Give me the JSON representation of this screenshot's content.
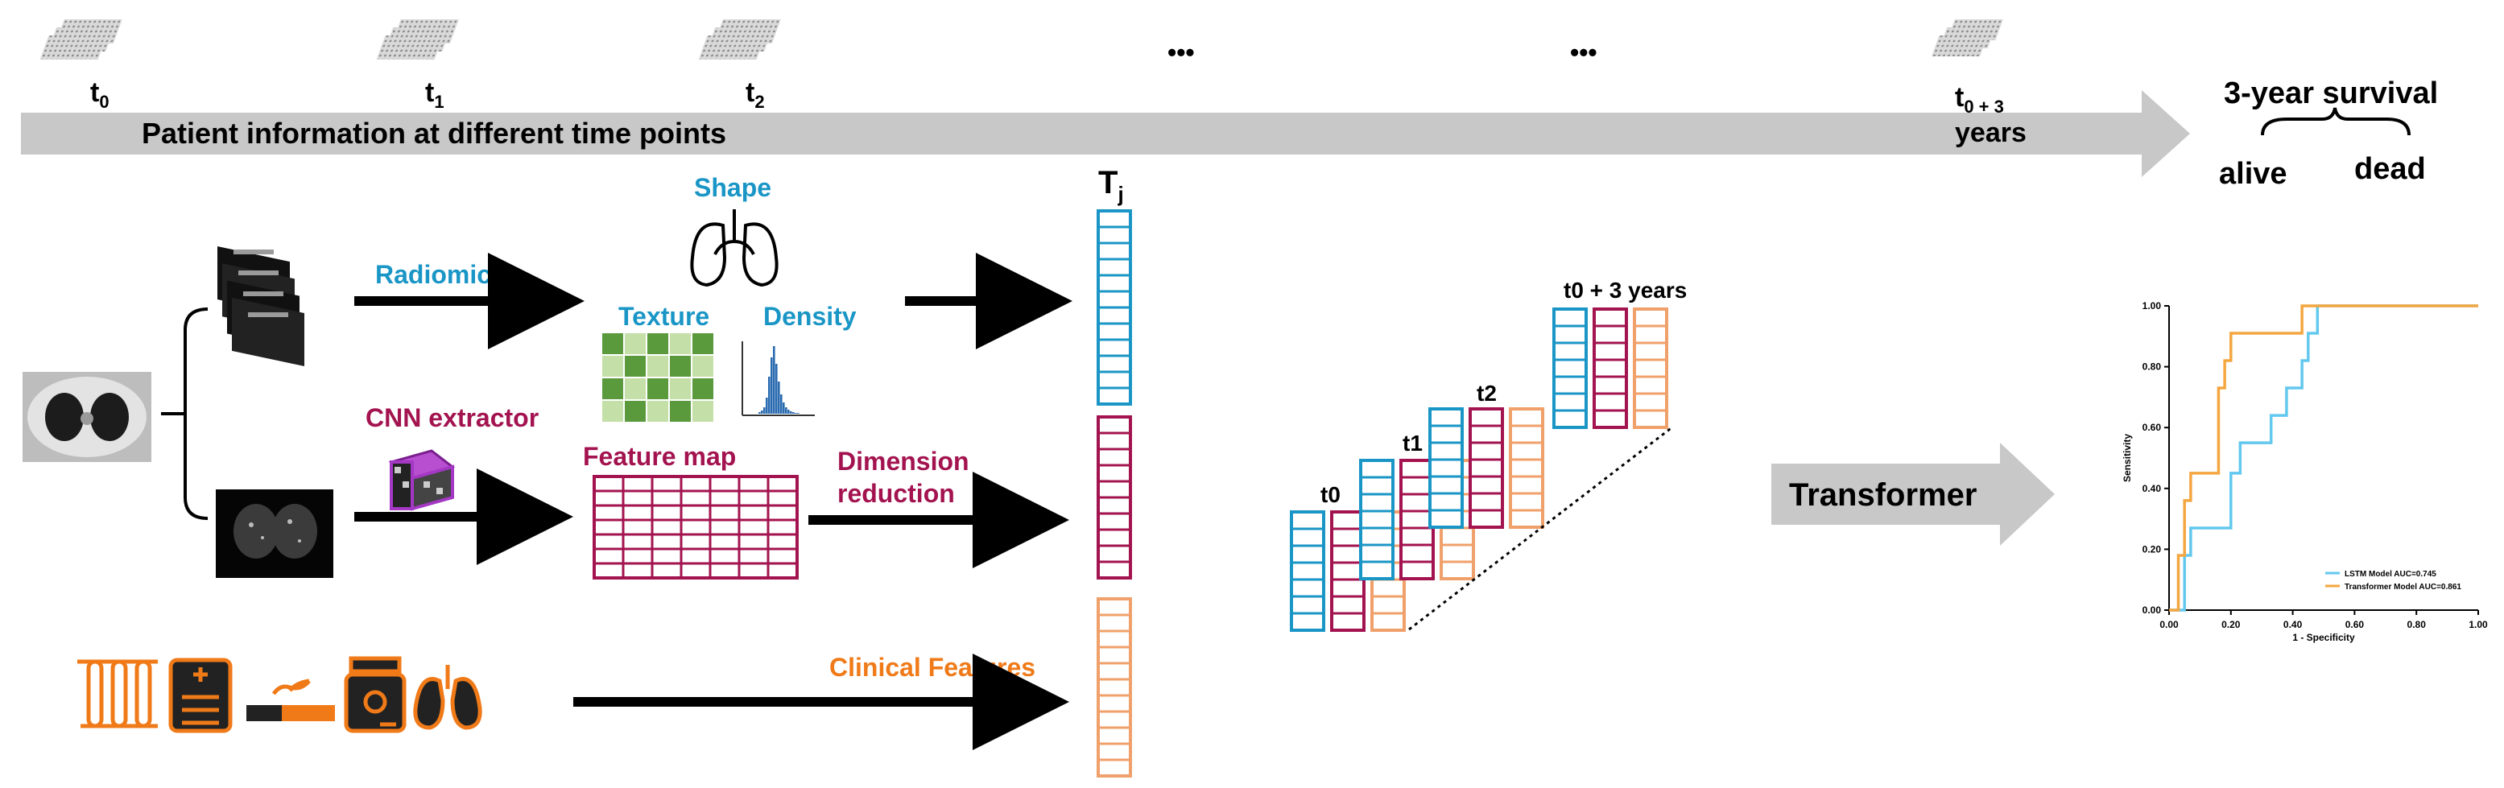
{
  "timeline": {
    "t0": "t",
    "t0_sub": "0",
    "t1": "t",
    "t1_sub": "1",
    "t2": "t",
    "t2_sub": "2",
    "ellipsis_1": "•••",
    "ellipsis_2": "•••",
    "tend": "t",
    "tend_sub": "0 + 3",
    "tend_years": "years",
    "arrow_label": "Patient information at different time points"
  },
  "outcome": {
    "title": "3-year survival",
    "alive": "alive",
    "dead": "dead"
  },
  "features": {
    "radiomics": "Radiomics",
    "shape": "Shape",
    "texture": "Texture",
    "density": "Density",
    "cnn_extractor": "CNN extractor",
    "feature_map": "Feature map",
    "dimension_reduction_1": "Dimension",
    "dimension_reduction_2": "reduction",
    "clinical": "Clinical Features",
    "vector_title": "T",
    "vector_sub": "j"
  },
  "sequence": {
    "t0": "t0",
    "t1": "t1",
    "t2": "t2",
    "tend": "t0 + 3 years"
  },
  "transformer_label": "Transformer",
  "colors": {
    "radiomics": "#1a96c6",
    "cnn": "#a3134f",
    "clinical": "#f0a06a",
    "clinical_icon": "#f07a18",
    "texture_dark": "#5a9a3c",
    "texture_light": "#c4dfa8",
    "arrow_gray": "#c8c8c8",
    "lstm": "#63c8ee",
    "transformer_curve": "#f4a640"
  },
  "chart_data": {
    "type": "line",
    "xlabel": "1 - Specificity",
    "ylabel": "Sensitivity",
    "xlim": [
      0,
      1
    ],
    "ylim": [
      0,
      1
    ],
    "xticks": [
      "0.00",
      "0.20",
      "0.40",
      "0.60",
      "0.80",
      "1.00"
    ],
    "yticks": [
      "0.00",
      "0.20",
      "0.40",
      "0.60",
      "0.80",
      "1.00"
    ],
    "legend_position": "bottom-right",
    "series": [
      {
        "name": "LSTM Model AUC=0.745",
        "color": "#63c8ee",
        "x": [
          0,
          0.05,
          0.05,
          0.07,
          0.07,
          0.09,
          0.09,
          0.2,
          0.2,
          0.23,
          0.23,
          0.33,
          0.33,
          0.38,
          0.38,
          0.43,
          0.43,
          0.45,
          0.45,
          0.48,
          0.48,
          1.0
        ],
        "y": [
          0,
          0,
          0.18,
          0.18,
          0.27,
          0.27,
          0.27,
          0.27,
          0.45,
          0.45,
          0.55,
          0.55,
          0.64,
          0.64,
          0.73,
          0.73,
          0.82,
          0.82,
          0.91,
          0.91,
          1.0,
          1.0
        ]
      },
      {
        "name": "Transformer Model AUC=0.861",
        "color": "#f4a640",
        "x": [
          0,
          0.03,
          0.03,
          0.05,
          0.05,
          0.07,
          0.07,
          0.16,
          0.16,
          0.18,
          0.18,
          0.2,
          0.2,
          0.43,
          0.43,
          0.45,
          0.45,
          1.0
        ],
        "y": [
          0,
          0,
          0.18,
          0.18,
          0.36,
          0.36,
          0.45,
          0.45,
          0.73,
          0.73,
          0.82,
          0.82,
          0.91,
          0.91,
          1.0,
          1.0,
          1.0,
          1.0
        ]
      }
    ]
  }
}
